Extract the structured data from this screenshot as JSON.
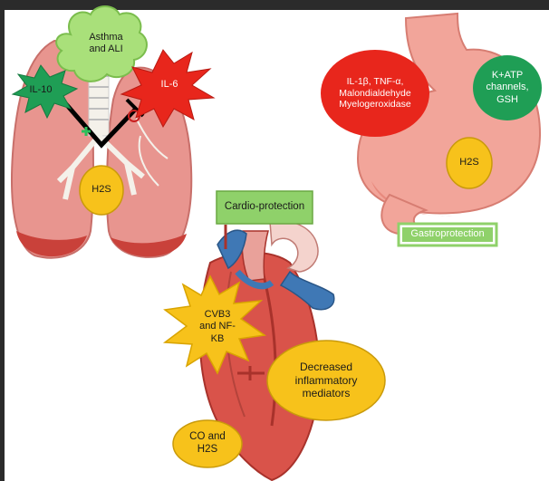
{
  "lungs": {
    "asthma": [
      "Asthma",
      "and ALI"
    ],
    "il10": "IL-10",
    "il6": "IL-6",
    "h2s": "H2S"
  },
  "stomach": {
    "inflammatory": [
      "IL-1β, TNF-α,",
      "Malondialdehyde",
      "Myelogeroxidase"
    ],
    "katp": [
      "K+ATP",
      "channels,",
      "GSH"
    ],
    "h2s": "H2S",
    "gastroprotection": "Gastroprotection"
  },
  "heart": {
    "cardio": "Cardio-protection",
    "cvb3": [
      "CVB3",
      "and NF-",
      "KB"
    ],
    "decreased": [
      "Decreased",
      "inflammatory",
      "mediators"
    ],
    "co_h2s": [
      "CO and",
      "H2S"
    ]
  },
  "colors": {
    "lung": "#e8958f",
    "stomach": "#f2a59a",
    "heart": "#d9534a",
    "yellow": "#f7c21b",
    "green_box": "#8fd16a",
    "red_oval": "#e8261c",
    "green_oval": "#1f9e55"
  }
}
